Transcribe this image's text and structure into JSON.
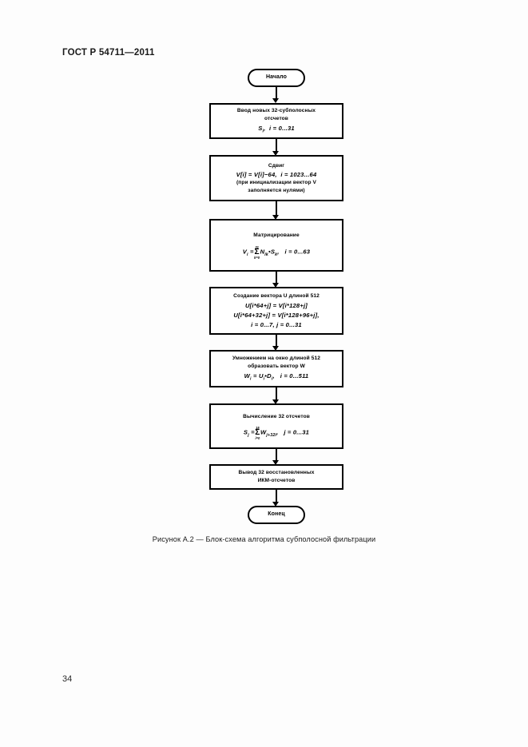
{
  "document": {
    "header": "ГОСТ Р 54711—2011",
    "page_number": "34",
    "caption": "Рисунок А.2 — Блок-схема алгоритма субполосной фильтрации"
  },
  "flowchart": {
    "title": "Блок-схема алгоритма субполосной фильтрации",
    "nodes": [
      {
        "id": "start",
        "type": "terminator",
        "label": "Начало"
      },
      {
        "id": "input",
        "type": "process",
        "title": "Ввод новых 32-субполосных",
        "line2": "отсчетов",
        "formula_var": "S",
        "formula_sub": "i",
        "formula_range": "i = 0...31"
      },
      {
        "id": "shift",
        "type": "process",
        "title": "Сдвиг",
        "formula": "V[i] = V[i]−64,",
        "formula_range": "i = 1023...64",
        "note1": "(при инициализации вектор V",
        "note2": "заполняется нулями)"
      },
      {
        "id": "matrix",
        "type": "process",
        "title": "Матрицирование",
        "formula_lhs": "V",
        "formula_lhs_sub": "i",
        "sum_upper": "31",
        "sum_lower": "k=0",
        "formula_body": "N",
        "formula_body_sub": "ik",
        "formula_body2": "S",
        "formula_body2_sub": "k",
        "formula_range": "i = 0...63"
      },
      {
        "id": "vector-u",
        "type": "process",
        "title": "Создание вектора U длиной 512",
        "formula1": "U[i*64+j] = V[i*128+j]",
        "formula2": "U[i*64+32+j] = V[i*128+96+j],",
        "formula3": "i = 0...7,  j = 0...31"
      },
      {
        "id": "window",
        "type": "process",
        "title": "Умножением на окно длиной 512",
        "line2": "образовать вектор W",
        "formula": "W",
        "formula_sub": "i",
        "formula_rhs": "U",
        "formula_rhs_sub": "i",
        "formula_rhs2": "D",
        "formula_rhs2_sub": "i",
        "formula_range": "i = 0...511"
      },
      {
        "id": "compute",
        "type": "process",
        "title": "Вычисление 32 отсчетов",
        "formula_lhs": "S",
        "formula_lhs_sub": "j",
        "sum_upper": "15",
        "sum_lower": "i=0",
        "formula_body": "W",
        "formula_body_sub": "j+32i",
        "formula_range": "j = 0...31"
      },
      {
        "id": "output",
        "type": "process",
        "title": "Вывод 32 восстановленных",
        "line2": "ИКМ-отсчетов"
      },
      {
        "id": "end",
        "type": "terminator",
        "label": "Конец"
      }
    ]
  }
}
